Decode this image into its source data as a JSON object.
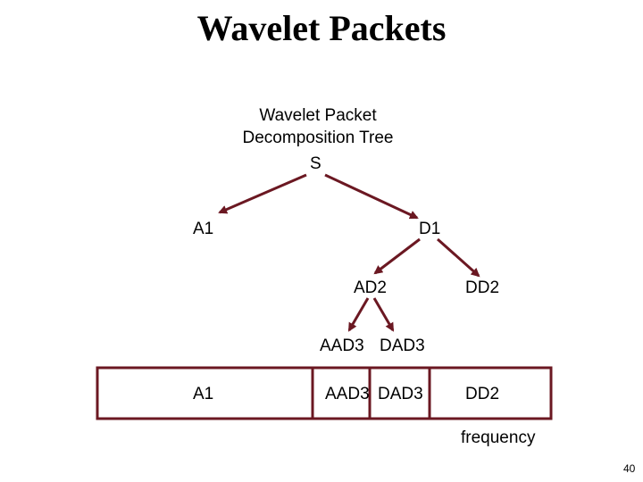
{
  "title": "Wavelet Packets",
  "tree_title_line1": "Wavelet Packet",
  "tree_title_line2": "Decomposition Tree",
  "nodes": {
    "s": "S",
    "a1": "A1",
    "d1": "D1",
    "ad2": "AD2",
    "dd2": "DD2",
    "aad3": "AAD3",
    "dad3": "DAD3"
  },
  "bar": {
    "a1": "A1",
    "aad3": "AAD3",
    "dad3": "DAD3",
    "dd2": "DD2"
  },
  "axis_label": "frequency",
  "page_number": "40",
  "colors": {
    "stroke": "#6b1822"
  }
}
